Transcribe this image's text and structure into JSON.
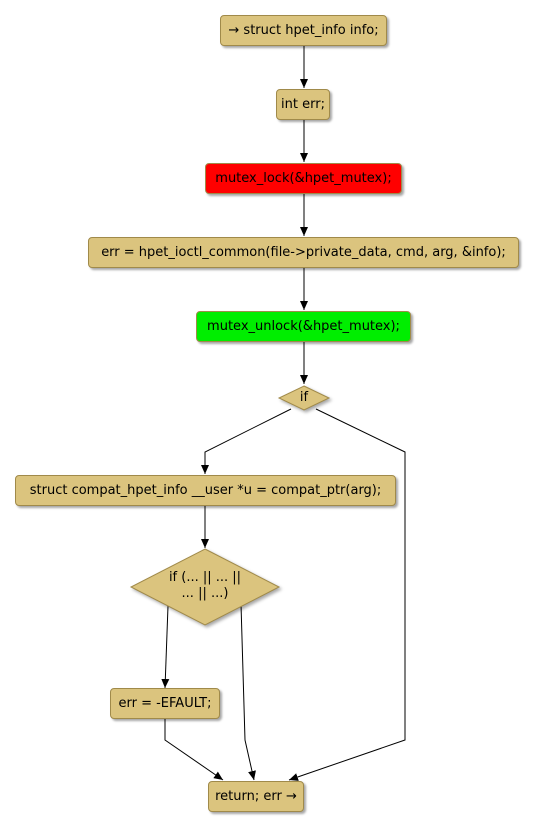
{
  "colors": {
    "node_fill": "#dbc47e",
    "lock_fill": "#ff0000",
    "unlock_fill": "#00ee00",
    "border": "#a08a4a",
    "edge": "#000000"
  },
  "nodes": {
    "n1": "→ struct hpet_info info;",
    "n2": "int err;",
    "n3": "mutex_lock(&hpet_mutex);",
    "n4": "err = hpet_ioctl_common(file->private_data, cmd, arg, &info);",
    "n5": "mutex_unlock(&hpet_mutex);",
    "d1": "if",
    "n6": "struct compat_hpet_info __user *u = compat_ptr(arg);",
    "d2": "if (... || ... ||\n... || ...)",
    "n7": "err = -EFAULT;",
    "n8": "return; err →"
  }
}
